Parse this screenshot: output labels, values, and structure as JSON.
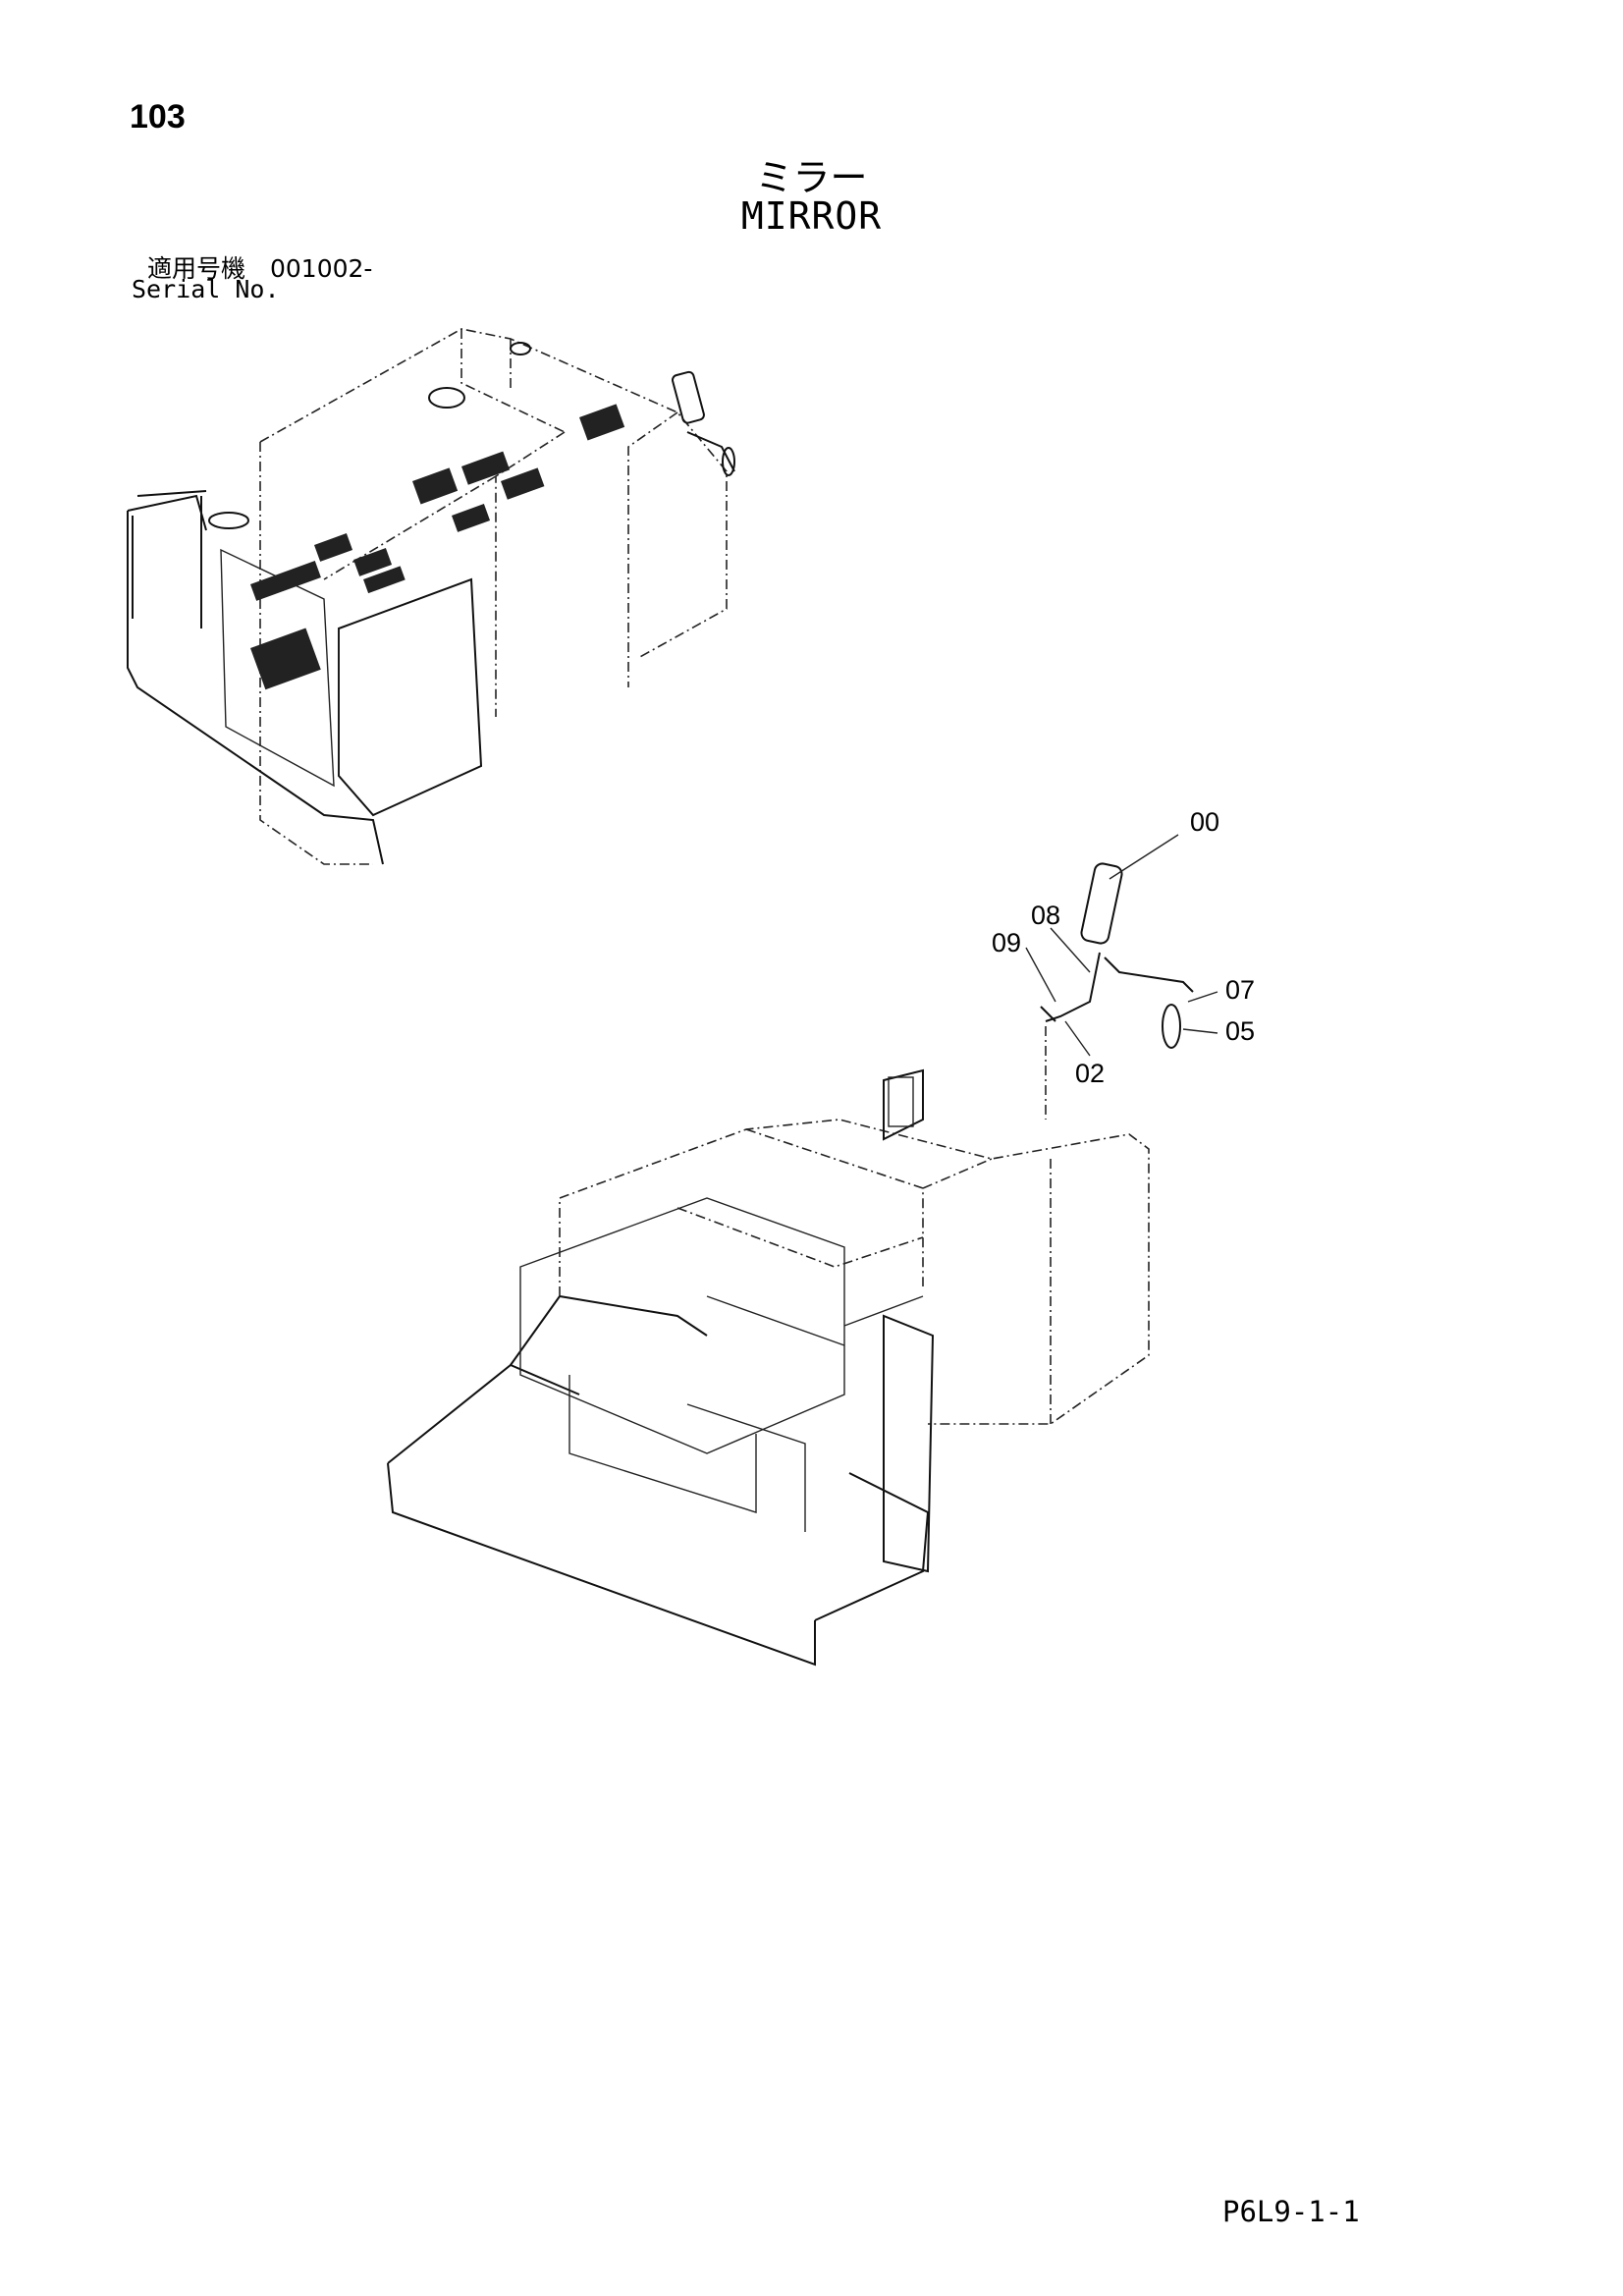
{
  "page": {
    "number": "103",
    "title_jp": "ミラー",
    "title_en": "MIRROR",
    "serial_jp": "適用号機　001002-",
    "serial_en": "Serial No.",
    "footer_code": "P6L9-1-1"
  },
  "callouts": [
    {
      "id": "00",
      "label": "00"
    },
    {
      "id": "08",
      "label": "08"
    },
    {
      "id": "09",
      "label": "09"
    },
    {
      "id": "07",
      "label": "07"
    },
    {
      "id": "05",
      "label": "05"
    },
    {
      "id": "02",
      "label": "02"
    }
  ]
}
